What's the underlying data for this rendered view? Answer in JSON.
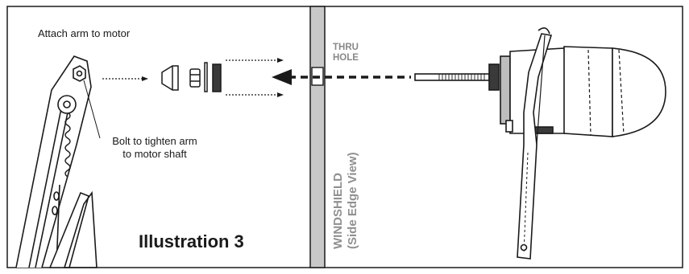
{
  "labels": {
    "attach": "Attach arm to motor",
    "bolt_line1": "Bolt to tighten arm",
    "bolt_line2": "to motor shaft",
    "illustration": "Illustration 3",
    "thru_line1": "THRU",
    "thru_line2": "HOLE",
    "windshield_line1": "WINDSHIELD",
    "windshield_line2": "(Side Edge View)"
  },
  "colors": {
    "ink": "#1a1a1a",
    "windshield_fill": "#c8c8c8",
    "label_gray": "#888888",
    "background": "#ffffff"
  }
}
